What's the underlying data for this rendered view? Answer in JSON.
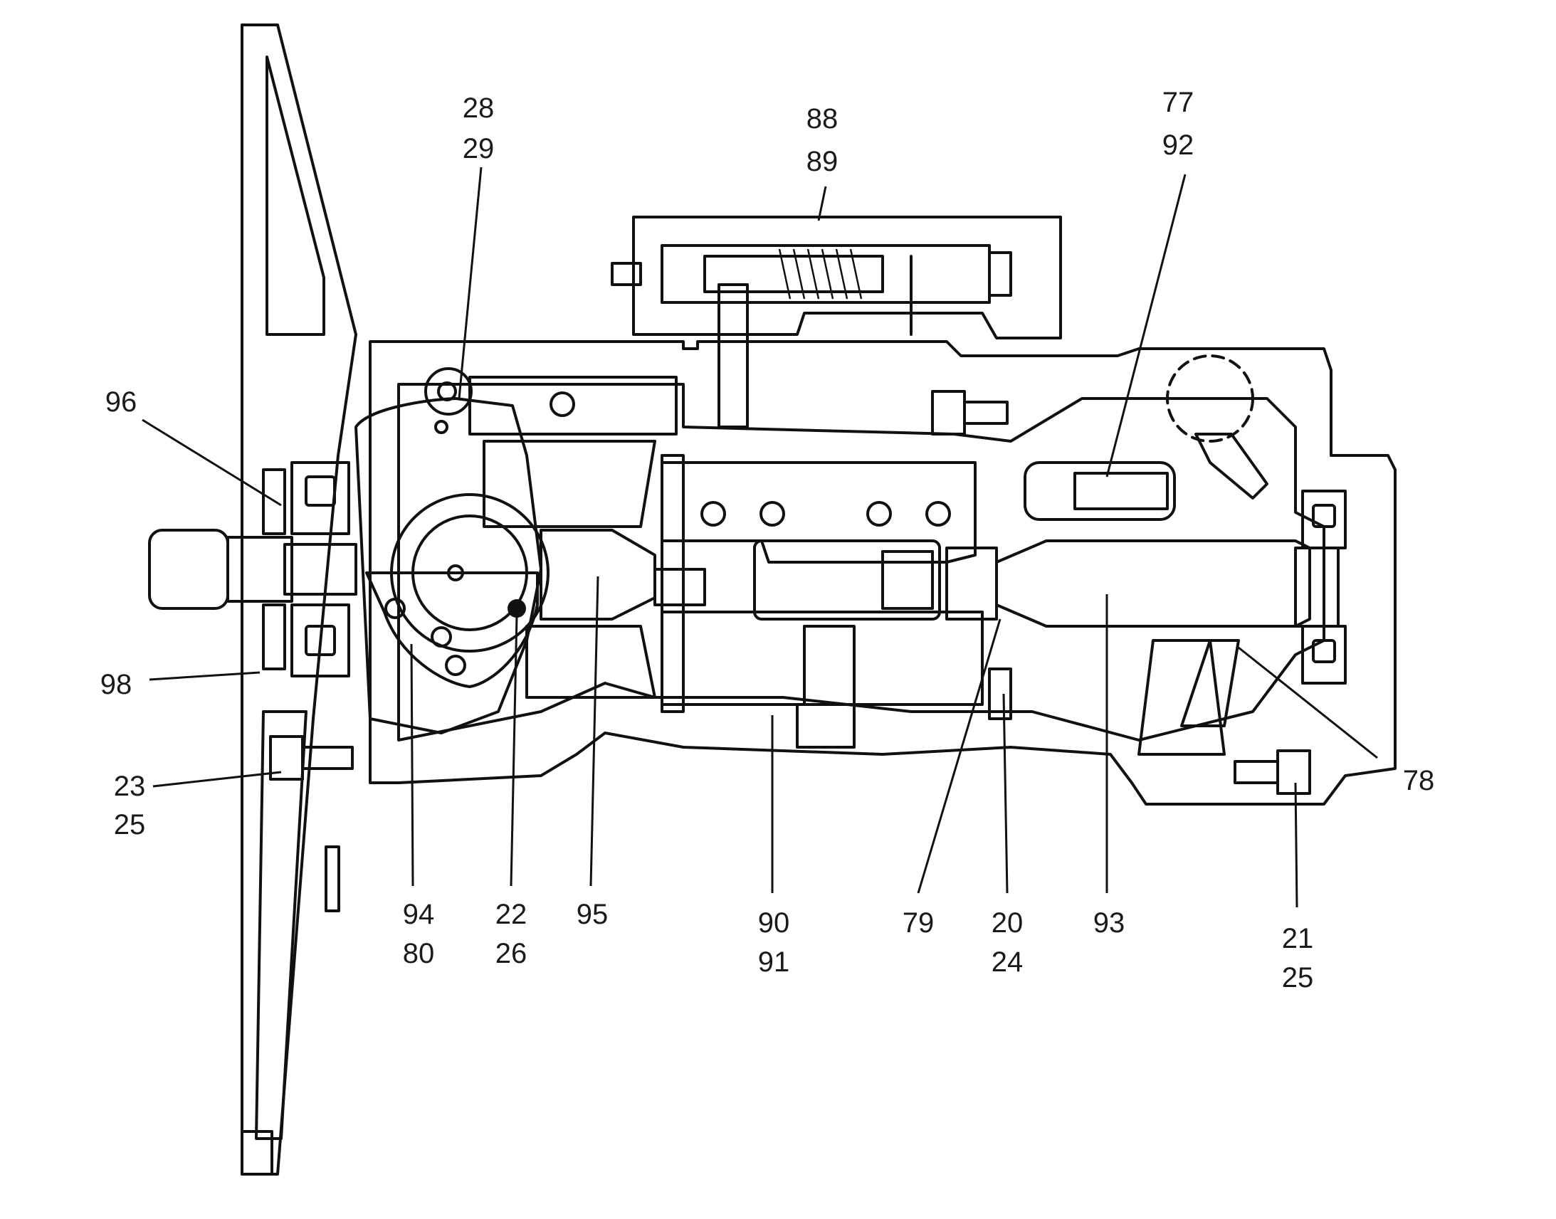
{
  "callouts": {
    "c96": "96",
    "c98": "98",
    "c23": "23",
    "c25a": "25",
    "c28": "28",
    "c29": "29",
    "c88": "88",
    "c89": "89",
    "c77": "77",
    "c92": "92",
    "c94": "94",
    "c80": "80",
    "c22": "22",
    "c26": "26",
    "c95": "95",
    "c90": "90",
    "c91": "91",
    "c79": "79",
    "c20": "20",
    "c24": "24",
    "c93": "93",
    "c78": "78",
    "c21": "21",
    "c25b": "25"
  },
  "colors": {
    "ink": "#111111",
    "paper": "#ffffff"
  }
}
